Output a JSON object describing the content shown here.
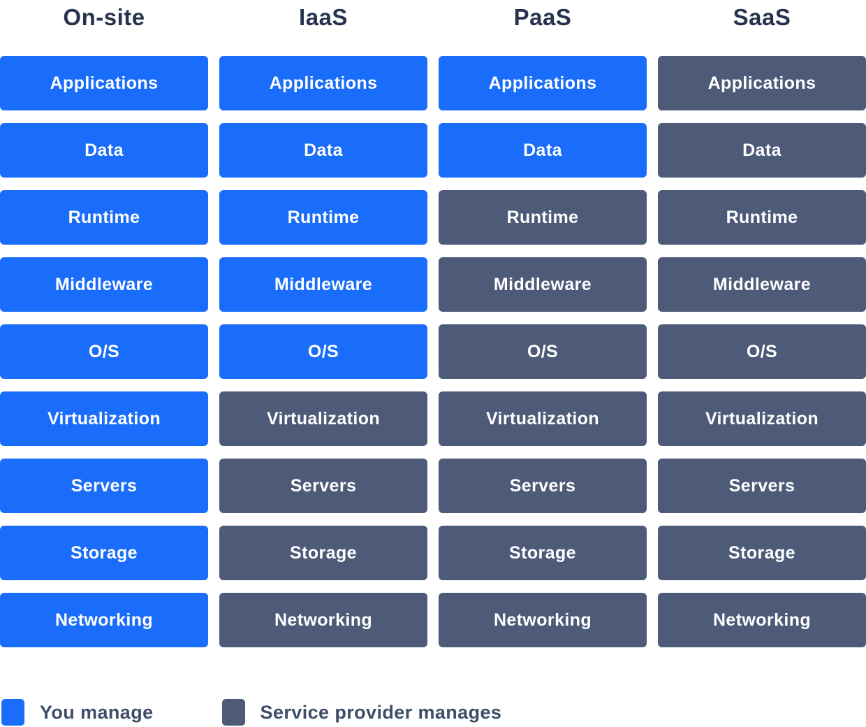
{
  "colors": {
    "you_manage": "#1a6dfa",
    "provider_manages": "#4d5a78",
    "header_text": "#27324e",
    "legend_text": "#3e4d68",
    "cell_text": "#ffffff",
    "background": "#ffffff"
  },
  "row_labels": [
    "Applications",
    "Data",
    "Runtime",
    "Middleware",
    "O/S",
    "Virtualization",
    "Servers",
    "Storage",
    "Networking"
  ],
  "columns": [
    {
      "title": "On-site",
      "cells": [
        {
          "label": "Applications",
          "owner": "you"
        },
        {
          "label": "Data",
          "owner": "you"
        },
        {
          "label": "Runtime",
          "owner": "you"
        },
        {
          "label": "Middleware",
          "owner": "you"
        },
        {
          "label": "O/S",
          "owner": "you"
        },
        {
          "label": "Virtualization",
          "owner": "you"
        },
        {
          "label": "Servers",
          "owner": "you"
        },
        {
          "label": "Storage",
          "owner": "you"
        },
        {
          "label": "Networking",
          "owner": "you"
        }
      ]
    },
    {
      "title": "IaaS",
      "cells": [
        {
          "label": "Applications",
          "owner": "you"
        },
        {
          "label": "Data",
          "owner": "you"
        },
        {
          "label": "Runtime",
          "owner": "you"
        },
        {
          "label": "Middleware",
          "owner": "you"
        },
        {
          "label": "O/S",
          "owner": "you"
        },
        {
          "label": "Virtualization",
          "owner": "provider"
        },
        {
          "label": "Servers",
          "owner": "provider"
        },
        {
          "label": "Storage",
          "owner": "provider"
        },
        {
          "label": "Networking",
          "owner": "provider"
        }
      ]
    },
    {
      "title": "PaaS",
      "cells": [
        {
          "label": "Applications",
          "owner": "you"
        },
        {
          "label": "Data",
          "owner": "you"
        },
        {
          "label": "Runtime",
          "owner": "provider"
        },
        {
          "label": "Middleware",
          "owner": "provider"
        },
        {
          "label": "O/S",
          "owner": "provider"
        },
        {
          "label": "Virtualization",
          "owner": "provider"
        },
        {
          "label": "Servers",
          "owner": "provider"
        },
        {
          "label": "Storage",
          "owner": "provider"
        },
        {
          "label": "Networking",
          "owner": "provider"
        }
      ]
    },
    {
      "title": "SaaS",
      "cells": [
        {
          "label": "Applications",
          "owner": "provider"
        },
        {
          "label": "Data",
          "owner": "provider"
        },
        {
          "label": "Runtime",
          "owner": "provider"
        },
        {
          "label": "Middleware",
          "owner": "provider"
        },
        {
          "label": "O/S",
          "owner": "provider"
        },
        {
          "label": "Virtualization",
          "owner": "provider"
        },
        {
          "label": "Servers",
          "owner": "provider"
        },
        {
          "label": "Storage",
          "owner": "provider"
        },
        {
          "label": "Networking",
          "owner": "provider"
        }
      ]
    }
  ],
  "legend": [
    {
      "label": "You manage",
      "owner": "you"
    },
    {
      "label": "Service provider manages",
      "owner": "provider"
    }
  ]
}
